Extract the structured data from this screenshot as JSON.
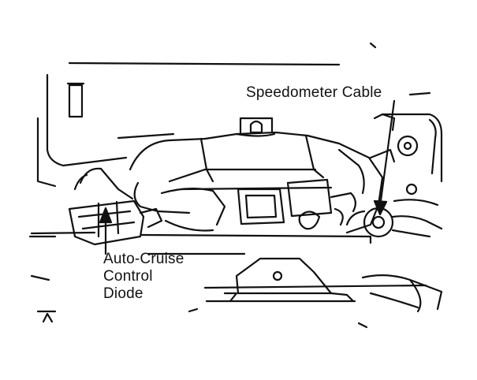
{
  "diagram": {
    "labels": {
      "speedometer_cable": "Speedometer Cable",
      "auto_cruise_line1": "Auto-Cruise",
      "auto_cruise_line2": "Control",
      "auto_cruise_line3": "Diode"
    },
    "colors": {
      "ink": "#111111",
      "paper": "#ffffff"
    }
  }
}
